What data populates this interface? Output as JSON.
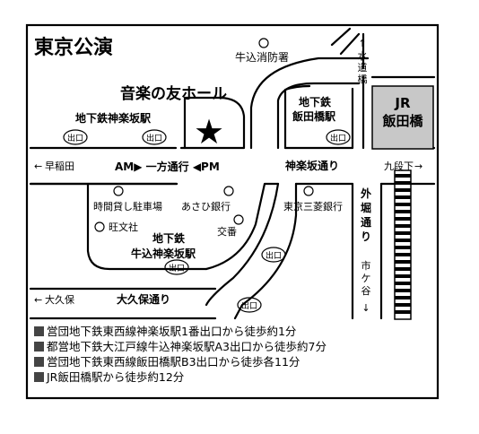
{
  "title": "東京公演",
  "venue": "音楽の友ホール",
  "stations": {
    "kagurazaka": "地下鉄神楽坂駅",
    "iidabashi_a": "地下鉄",
    "iidabashi_b": "飯田橋駅",
    "jr_a": "JR",
    "jr_b": "飯田橋",
    "ushigome_a": "地下鉄",
    "ushigome_b": "牛込神楽坂駅"
  },
  "exit_label": "出口",
  "landmarks": {
    "fire_station": "牛込消防署",
    "parking": "時間貸し駐車場",
    "bank_asahi": "あさひ銀行",
    "obunsha": "旺文社",
    "koban": "交番",
    "bank_mitsubishi": "東京三菱銀行"
  },
  "roads": {
    "suidobashi": "水道橋",
    "waseda": "早稲田",
    "kudanshita": "九段下",
    "kagurazaka_dori": "神楽坂通り",
    "one_way": "AM▶ 一方通行 ◀PM",
    "sotobori_dori": "外堀通り",
    "ichigaya": "市ケ谷",
    "okubo": "大久保",
    "okubo_dori": "大久保通り",
    "arrow_left": "←",
    "arrow_right": "→",
    "arrow_down": "↓",
    "arrow_up": "↑"
  },
  "directions": [
    "営団地下鉄東西線神楽坂駅1番出口から徒歩約1分",
    "都営地下鉄大江戸線牛込神楽坂駅A3出口から徒歩約7分",
    "営団地下鉄東西線飯田橋駅B3出口から徒歩各11分",
    "JR飯田橋駅から徒歩約12分"
  ],
  "colors": {
    "ink": "#000000",
    "station_fill": "#c8c8c8",
    "paper": "#ffffff"
  }
}
